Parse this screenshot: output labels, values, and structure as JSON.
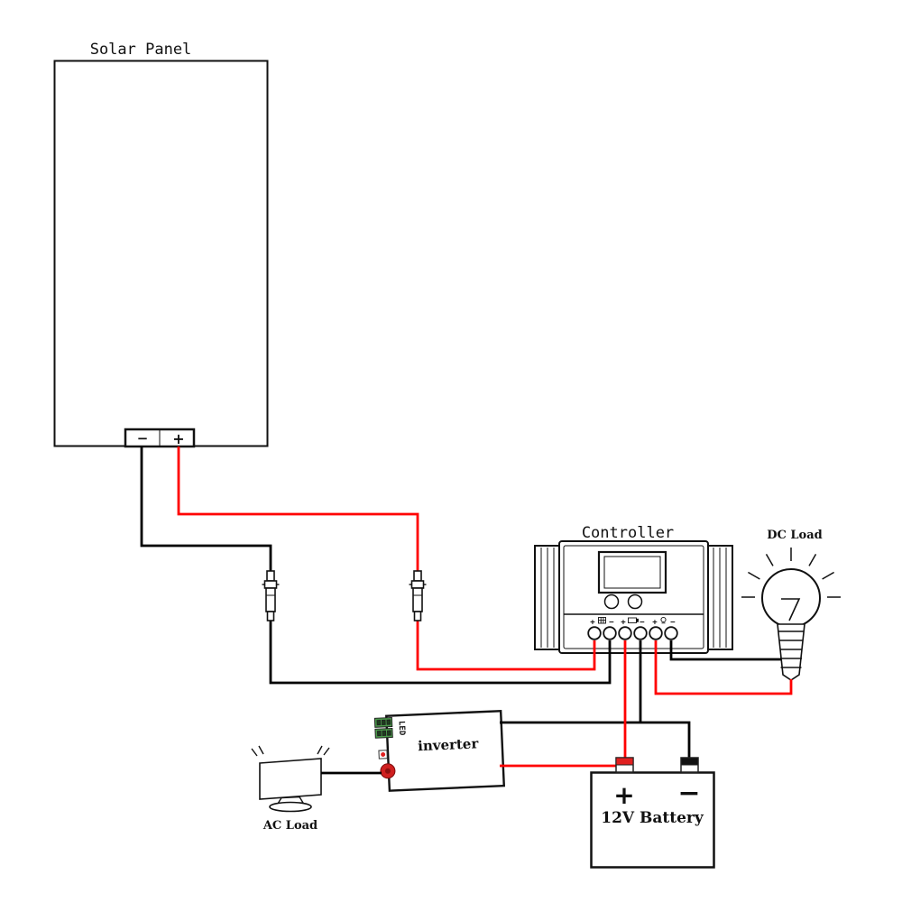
{
  "diagram": {
    "solar_panel": {
      "label": "Solar Panel",
      "terminal_minus": "−",
      "terminal_plus": "+"
    },
    "controller": {
      "label": "Controller",
      "terminal_pairs": [
        {
          "plus": "+",
          "minus": "−",
          "icon": "solar-panel"
        },
        {
          "plus": "+",
          "minus": "−",
          "icon": "battery"
        },
        {
          "plus": "+",
          "minus": "−",
          "icon": "lamp"
        }
      ]
    },
    "dc_load": {
      "label": "DC Load"
    },
    "battery": {
      "label": "12V Battery",
      "positive": "+",
      "negative": "−"
    },
    "inverter": {
      "label": "inverter",
      "led_label": "LED"
    },
    "ac_load": {
      "label": "AC Load"
    },
    "colors": {
      "wire_positive": "#ff0000",
      "wire_negative": "#000000",
      "connector_green": "#4a9a4a",
      "socket_red": "#cf1f1f",
      "battery_cap_positive": "#e02020",
      "battery_cap_negative": "#111111"
    }
  }
}
